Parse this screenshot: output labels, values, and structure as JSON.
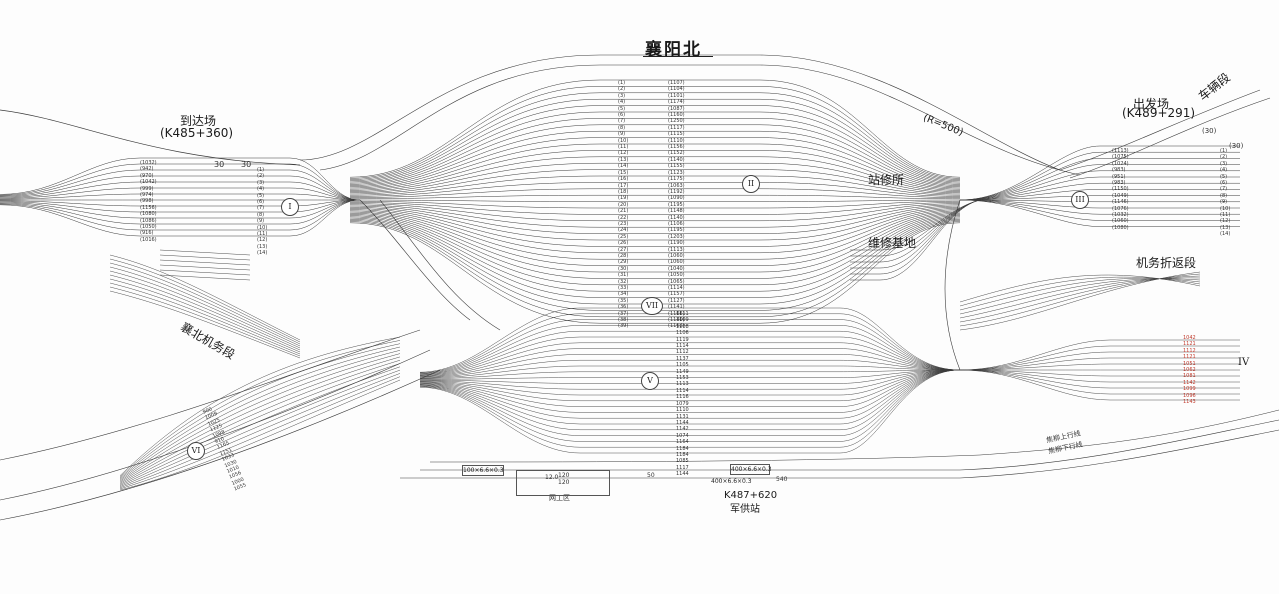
{
  "title": "襄阳北",
  "areas": {
    "arrival_yard": "到达场",
    "arrival_km": "(K485+360)",
    "departure_yard": "出发场",
    "departure_km": "(K489+291)",
    "vehicle_section": "车辆段",
    "station_repair": "站修所",
    "maintenance_base": "维修基地",
    "turnaround_depot": "机务折返段",
    "locomotive_depot": "襄北机务段",
    "work_area": "网工区",
    "supply_station_km": "K487+620",
    "supply_station": "军供站",
    "curve": "(R=500)",
    "up_line": "焦柳上行线",
    "down_line": "焦柳下行线"
  },
  "yards": {
    "I": "I",
    "II": "II",
    "III": "III",
    "IV": "IV",
    "V": "V",
    "VI": "VI",
    "VII": "VII"
  },
  "markers": {
    "m30a": "30",
    "m30b": "30",
    "m30c": "(30)",
    "m30d": "(30)",
    "box1": "100×6.6×0.3",
    "box2": "400×6.6×0.3",
    "box3": "400×6.6×0.3",
    "v540": "540",
    "v50": "50",
    "wt1": "12.0",
    "wt2": "120",
    "wt3": "120"
  },
  "track_numbers": {
    "arrival": [
      "(1032)",
      "(942)",
      "(970)",
      "(1042)",
      "(999)",
      "(974)",
      "(998)",
      "(1156)",
      "(1080)",
      "(1086)",
      "(1050)",
      "(916)",
      "(1016)"
    ],
    "arrival_idx": [
      "(1)",
      "(2)",
      "(3)",
      "(4)",
      "(5)",
      "(6)",
      "(7)",
      "(8)",
      "(9)",
      "(10)",
      "(11)",
      "(12)",
      "(13)",
      "(14)"
    ],
    "classification_idx": [
      "(1)",
      "(2)",
      "(3)",
      "(4)",
      "(5)",
      "(6)",
      "(7)",
      "(8)",
      "(9)",
      "(10)",
      "(11)",
      "(12)",
      "(13)",
      "(14)",
      "(15)",
      "(16)",
      "(17)",
      "(18)",
      "(19)",
      "(20)",
      "(21)",
      "(22)",
      "(23)",
      "(24)",
      "(25)",
      "(26)",
      "(27)",
      "(28)",
      "(29)",
      "(30)",
      "(31)",
      "(32)",
      "(33)",
      "(34)",
      "(35)",
      "(36)",
      "(37)",
      "(38)",
      "(39)"
    ],
    "classification_len": [
      "(1107)",
      "(1104)",
      "(1101)",
      "(1174)",
      "(1087)",
      "(1160)",
      "(1250)",
      "(1117)",
      "(1115)",
      "(1110)",
      "(1156)",
      "(1152)",
      "(1140)",
      "(1155)",
      "(1123)",
      "(1175)",
      "(1063)",
      "(1192)",
      "(1090)",
      "(1195)",
      "(1148)",
      "(1140)",
      "(1106)",
      "(1195)",
      "(1203)",
      "(1190)",
      "(1113)",
      "(1060)",
      "(1060)",
      "(1040)",
      "(1050)",
      "(1065)",
      "(1114)",
      "(1157)",
      "(1127)",
      "(1141)",
      "(1166)",
      "(1140)",
      "(1162)"
    ],
    "departure": [
      "(1113)",
      "(1075)",
      "(1024)",
      "(983)",
      "(951)",
      "(983)",
      "(1150)",
      "(1049)",
      "(1146)",
      "(1076)",
      "(1032)",
      "(1060)",
      "(1080)"
    ],
    "departure_idx": [
      "(1)",
      "(2)",
      "(3)",
      "(4)",
      "(5)",
      "(6)",
      "(7)",
      "(8)",
      "(9)",
      "(10)",
      "(11)",
      "(12)",
      "(13)",
      "(14)"
    ],
    "lower_yard": [
      "1111",
      "1109",
      "1108",
      "1106",
      "1119",
      "1114",
      "1112",
      "1137",
      "1105",
      "1149",
      "1153",
      "1113",
      "1114",
      "1116",
      "1079",
      "1110",
      "1131",
      "1144",
      "1142",
      "1074",
      "1164",
      "1184",
      "1184",
      "1085",
      "1117",
      "1144"
    ],
    "vi_yard": [
      "900",
      "1009",
      "1025",
      "1125",
      "1098",
      "910",
      "1165",
      "1151",
      "1033",
      "1030",
      "1010",
      "1056",
      "1000",
      "1055"
    ],
    "iv_yard": [
      "1042",
      "1121",
      "1112",
      "1121",
      "1051",
      "1062",
      "1081",
      "1142",
      "1099",
      "1096",
      "1143"
    ]
  },
  "colors": {
    "line": "#3a3a3a",
    "red_text": "#c0392b",
    "paper": "#fdfdfd"
  }
}
